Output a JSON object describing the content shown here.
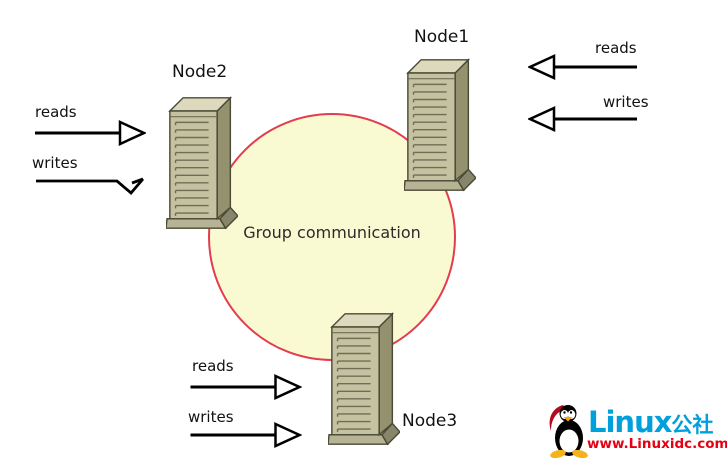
{
  "diagram": {
    "type": "group-communication-architecture",
    "group": {
      "label": "Group communication",
      "fill_color": "#fafad2",
      "border_color": "#e23d4e"
    },
    "nodes": {
      "node1": {
        "label": "Node1",
        "reads_label": "reads",
        "writes_label": "writes",
        "arrow_direction": "left"
      },
      "node2": {
        "label": "Node2",
        "reads_label": "reads",
        "writes_label": "writes",
        "arrow_direction": "right"
      },
      "node3": {
        "label": "Node3",
        "reads_label": "reads",
        "writes_label": "writes",
        "arrow_direction": "right"
      }
    },
    "icons": {
      "server": "server-tower-icon",
      "server_colors": {
        "front": "#c5c2a1",
        "top": "#dcd9bc",
        "side": "#93916e",
        "outline": "#4a4a36"
      }
    }
  },
  "watermark": {
    "logo_icon": "tux-penguin-icon",
    "brand_en": "Linux",
    "brand_cjk": "公社",
    "url": "www.Linuxidc.com",
    "brand_color": "#00a0dc",
    "url_color": "#e60012"
  }
}
